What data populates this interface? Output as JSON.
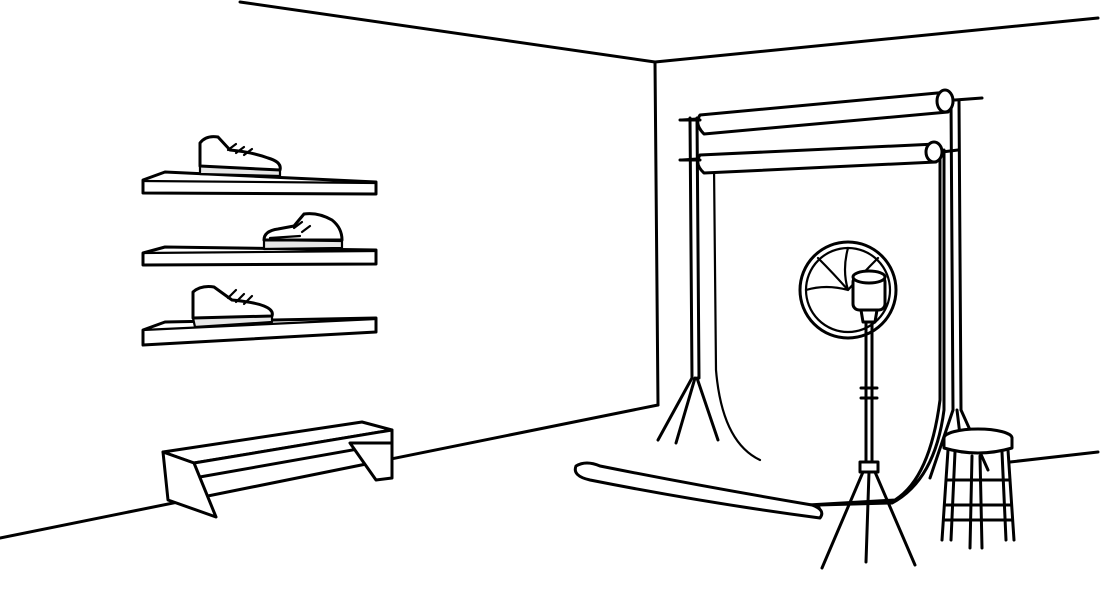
{
  "scene": {
    "style": "black-line-drawing",
    "colors": {
      "background": "#ffffff",
      "ink": "#000000",
      "shoe_accent": "#e6e6e6"
    },
    "shelves": {
      "count": 3,
      "shoes_per_shelf": 1
    },
    "backdrop_rolls": 2
  }
}
